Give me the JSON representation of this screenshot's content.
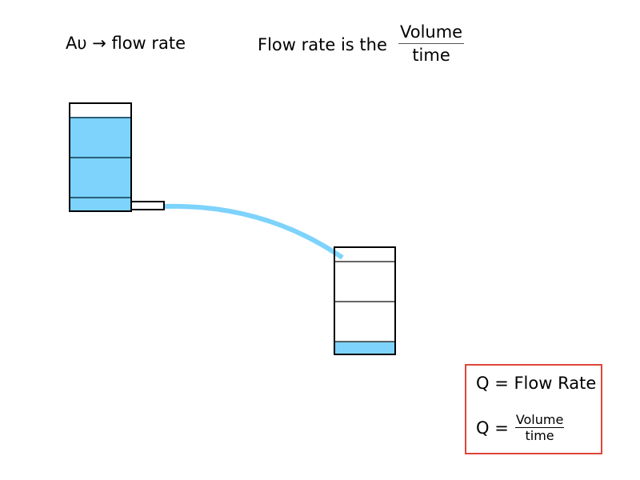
{
  "header": {
    "left_label": "Aυ → flow rate",
    "right_prefix": "Flow rate is the",
    "right_numerator": "Volume",
    "right_denominator": "time"
  },
  "diagram": {
    "water_color": "#7dd3fc",
    "upper_tank": {
      "fill_fraction": 0.86
    },
    "lower_tank": {
      "fill_fraction": 0.12
    }
  },
  "definition_box": {
    "border_color": "#e0453a",
    "line1": "Q = Flow Rate",
    "line2_lhs": "Q =",
    "line2_numerator": "Volume",
    "line2_denominator": "time"
  }
}
